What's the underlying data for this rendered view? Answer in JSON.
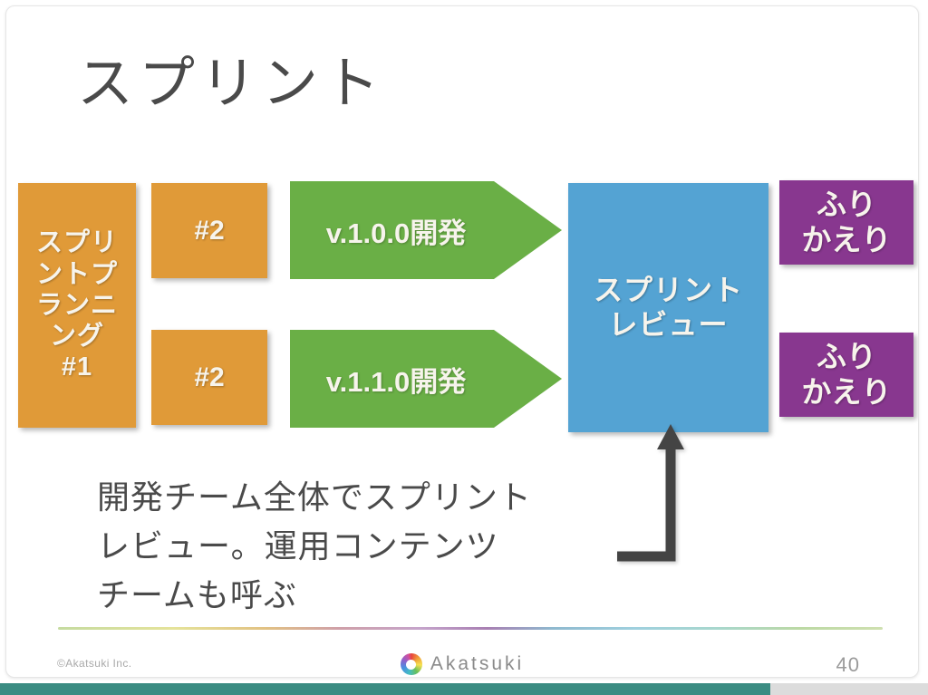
{
  "slide": {
    "title": "スプリント",
    "page_number": "40"
  },
  "flow": {
    "planning": {
      "label": "スプリ\nントプ\nランニ\nング\n#1",
      "color": "#E09A38"
    },
    "backlog_top": {
      "label": "#2",
      "color": "#E09A38"
    },
    "backlog_bottom": {
      "label": "#2",
      "color": "#E09A38"
    },
    "dev_top": {
      "label": "v.1.0.0開発",
      "color": "#6AAF46"
    },
    "dev_bottom": {
      "label": "v.1.1.0開発",
      "color": "#6AAF46"
    },
    "review": {
      "label": "スプリント\nレビュー",
      "color": "#54A3D3"
    },
    "retro_top": {
      "label": "ふり\nかえり",
      "color": "#88378F"
    },
    "retro_bottom": {
      "label": "ふり\nかえり",
      "color": "#88378F"
    }
  },
  "caption": {
    "line1": "開発チーム全体でスプリント",
    "line2": "レビュー。運用コンテンツ",
    "line3": "チームも呼ぶ"
  },
  "footer": {
    "copyright": "©Akatsuki Inc.",
    "brand_name": "Akatsuki",
    "logo_icon": "akatsuki-ring-icon",
    "rule_icon": "rainbow-gradient-rule"
  },
  "progress": {
    "percent": "83"
  }
}
